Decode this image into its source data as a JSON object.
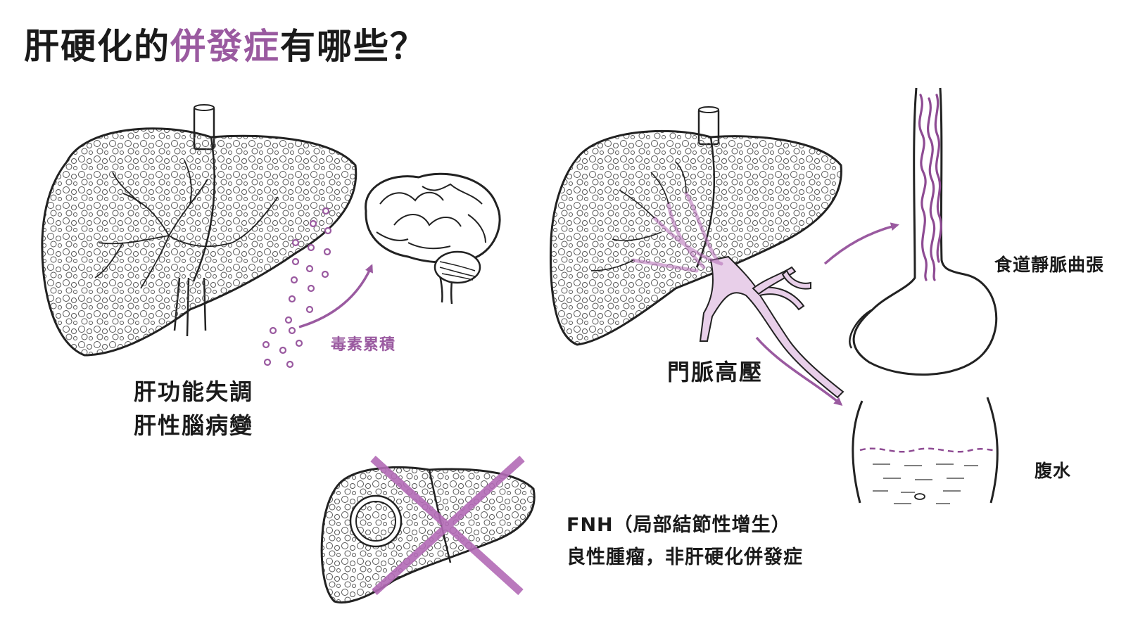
{
  "title": {
    "prefix": "肝硬化的",
    "highlight": "併發症",
    "suffix": "有哪些？"
  },
  "labels": {
    "toxin": "毒素累積",
    "liver_dysfunction": "肝功能失調",
    "hepatic_encephalopathy": "肝性腦病變",
    "portal_hypertension": "門脈高壓",
    "esophageal_varices": "食道靜脈曲張",
    "ascites": "腹水",
    "fnh_line1": "FNH（局部結節性增生）",
    "fnh_line2": "良性腫瘤，非肝硬化併發症"
  },
  "colors": {
    "accent": "#9a5aa0",
    "vessel_fill": "#e8cfe9",
    "line": "#222222",
    "cross": "#b36bb6"
  },
  "icons": [
    "liver-icon",
    "brain-icon",
    "esophagus-stomach-icon",
    "abdomen-icon",
    "cross-icon"
  ]
}
